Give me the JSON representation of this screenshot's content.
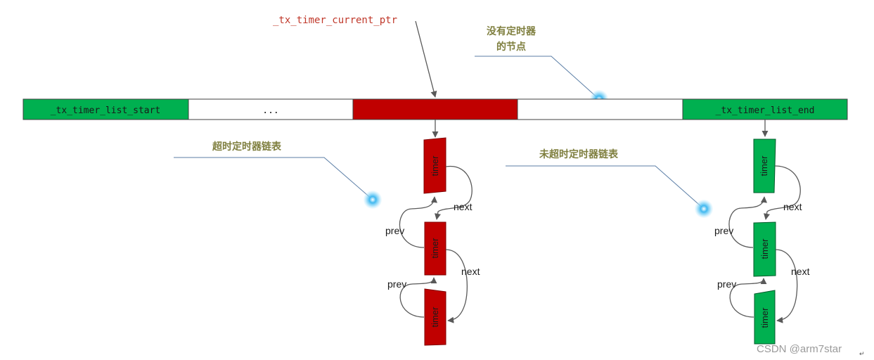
{
  "colors": {
    "green": "#00b050",
    "red": "#c00000",
    "annotation_text": "#7f7f3f",
    "pointer_text": "#c0392b",
    "line": "#595959",
    "callout_line": "#5b7ea6",
    "dot": "#5cc8f5"
  },
  "pointer_label": "_tx_timer_current_ptr",
  "list_bar": {
    "cells": [
      "_tx_timer_list_start",
      "...",
      "",
      "",
      "_tx_timer_list_end"
    ]
  },
  "annotations": {
    "empty_node": [
      "没有定时器",
      "的节点"
    ],
    "expired_list": "超时定时器链表",
    "unexpired_list": "未超时定时器链表"
  },
  "timer_label": "timer",
  "next_label": "next",
  "prev_label": "prev",
  "watermark": "CSDN @arm7star",
  "corner_mark": "↵"
}
